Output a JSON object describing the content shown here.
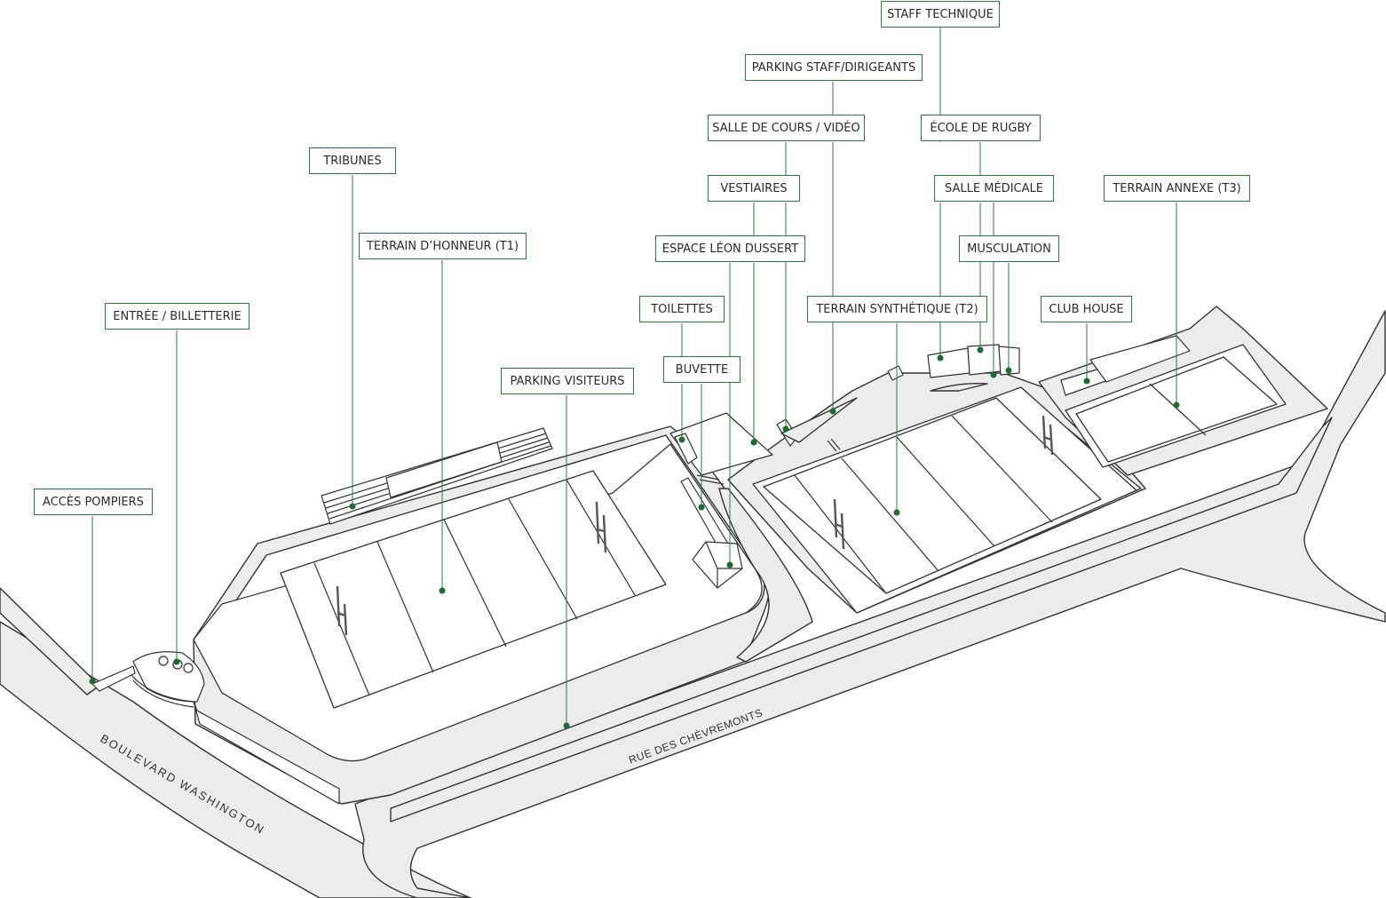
{
  "labels": {
    "staff_technique": "STAFF TECHNIQUE",
    "parking_staff": "PARKING STAFF/DIRIGEANTS",
    "salle_cours": "SALLE DE COURS / VIDÉO",
    "ecole_rugby": "ÉCOLE DE RUGBY",
    "tribunes": "TRIBUNES",
    "vestiaires": "VESTIAIRES",
    "salle_medicale": "SALLE MÉDICALE",
    "terrain_annexe": "TERRAIN ANNEXE (T3)",
    "terrain_honneur": "TERRAIN D’HONNEUR (T1)",
    "espace_leon": "ESPACE LÉON DUSSERT",
    "musculation": "MUSCULATION",
    "toilettes": "TOILETTES",
    "terrain_synthetique": "TERRAIN SYNTHÉTIQUE (T2)",
    "club_house": "CLUB HOUSE",
    "entree": "ENTRÉE / BILLETTERIE",
    "buvette": "BUVETTE",
    "parking_visiteurs": "PARKING VISITEURS",
    "acces_pompiers": "ACCÈS POMPIERS"
  },
  "streets": {
    "boulevard": "BOULEVARD WASHINGTON",
    "rue": "RUE DES CHÈVREMONTS"
  },
  "colors": {
    "accent": "#2d7a3e",
    "dot": "#1b6b33",
    "road_fill": "#ececec",
    "line": "#333333"
  }
}
